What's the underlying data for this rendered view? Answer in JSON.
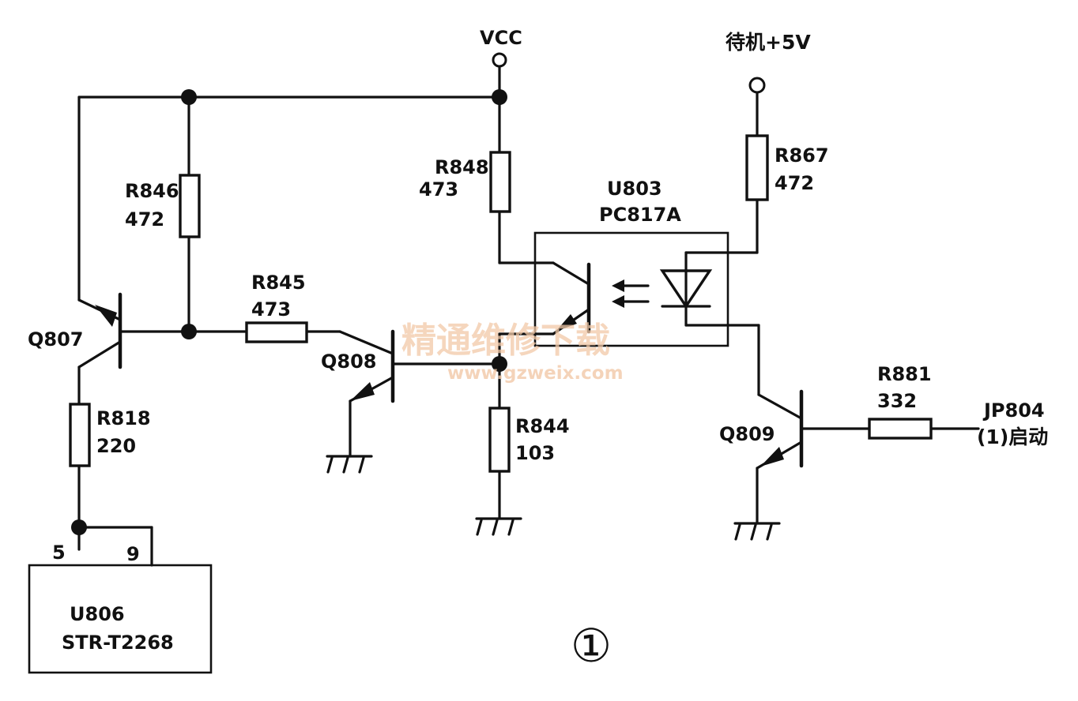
{
  "rails": {
    "vcc": "VCC",
    "standby": "待机+5V"
  },
  "resistors": {
    "r846": {
      "ref": "R846",
      "value": "472"
    },
    "r848": {
      "ref": "R848",
      "value": "473"
    },
    "r867": {
      "ref": "R867",
      "value": "472"
    },
    "r845": {
      "ref": "R845",
      "value": "473"
    },
    "r818": {
      "ref": "R818",
      "value": "220"
    },
    "r844": {
      "ref": "R844",
      "value": "103"
    },
    "r881": {
      "ref": "R881",
      "value": "332"
    }
  },
  "transistors": {
    "q807": "Q807",
    "q808": "Q808",
    "q809": "Q809"
  },
  "optocoupler": {
    "ref": "U803",
    "part": "PC817A"
  },
  "ic": {
    "ref": "U806",
    "part": "STR-T2268",
    "pin_a": "5",
    "pin_b": "9"
  },
  "connector": {
    "ref": "JP804",
    "pin_label": "(1)启动"
  },
  "figure_number": "①",
  "watermark": {
    "text": "精通维修下载",
    "url": "www.gzweix.com"
  }
}
